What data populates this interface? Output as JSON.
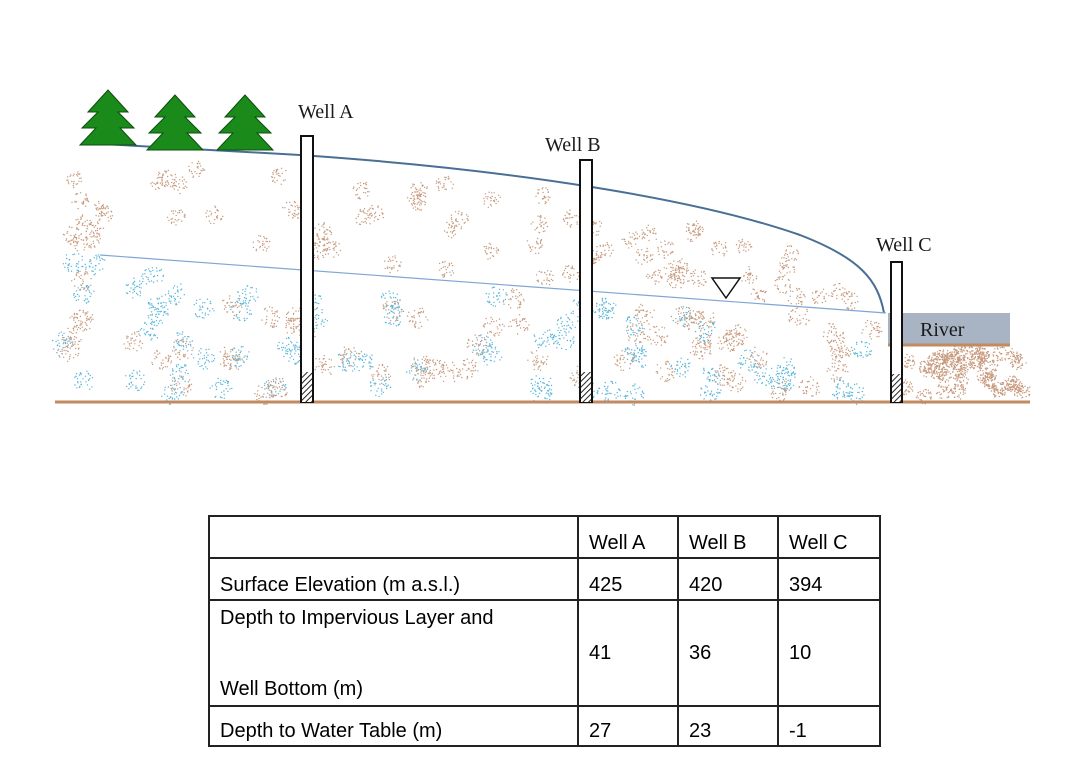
{
  "diagram": {
    "wells": [
      {
        "label": "Well A"
      },
      {
        "label": "Well B"
      },
      {
        "label": "Well C"
      }
    ],
    "river_label": "River",
    "colors": {
      "ground_surface": "#4a6f95",
      "water_table": "#7fa6d4",
      "base": "#c08a62",
      "river": "#a8b4c4",
      "tree": "#1a8a1a",
      "sediment_brown": "#c79a7e",
      "sediment_blue": "#5ab6d8"
    },
    "icons": [
      "tree-icon",
      "water-table-triangle-icon"
    ]
  },
  "table": {
    "header": [
      "",
      "Well A",
      "Well B",
      "Well C"
    ],
    "rows": [
      {
        "label": "Surface Elevation (m a.s.l.)",
        "values": [
          "425",
          "420",
          "394"
        ]
      },
      {
        "label_line1": "Depth to Impervious Layer and",
        "label_line2": "Well Bottom (m)",
        "values": [
          "41",
          "36",
          "10"
        ]
      },
      {
        "label": "Depth to Water Table (m)",
        "values": [
          "27",
          "23",
          "-1"
        ]
      }
    ]
  }
}
